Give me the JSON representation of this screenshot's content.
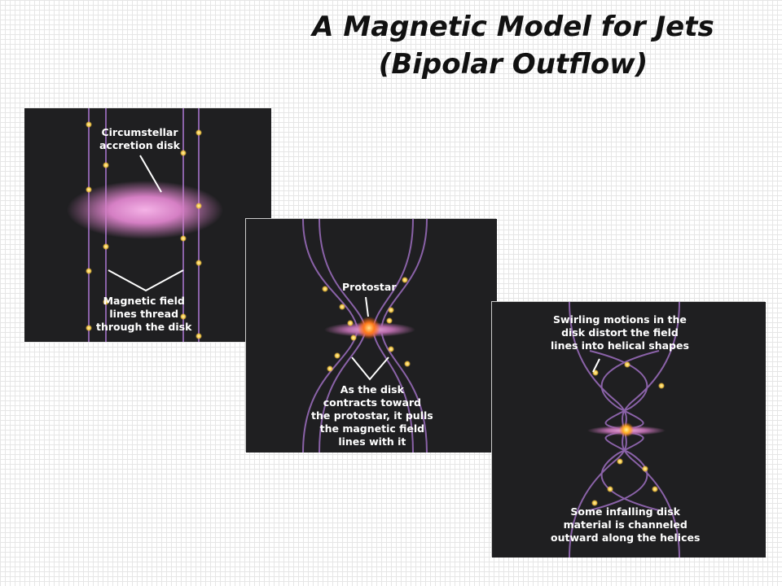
{
  "title": {
    "line1": "A Magnetic Model for Jets",
    "line2": "(Bipolar Outflow)"
  },
  "panels": [
    {
      "labels": [
        {
          "lines": [
            "Circumstellar",
            "accretion disk"
          ]
        },
        {
          "lines": [
            "Magnetic field",
            "lines thread",
            "through the disk"
          ]
        }
      ]
    },
    {
      "labels": [
        {
          "lines": [
            "Protostar"
          ]
        },
        {
          "lines": [
            "As the disk",
            "contracts toward",
            "the protostar, it pulls",
            "the magnetic field",
            "lines with it"
          ]
        }
      ]
    },
    {
      "labels": [
        {
          "lines": [
            "Swirling motions in the",
            "disk distort the field",
            "lines into helical shapes"
          ]
        },
        {
          "lines": [
            "Some infalling disk",
            "material is channeled",
            "outward along the helices"
          ]
        }
      ]
    }
  ],
  "colors": {
    "panel_bg": "#1f1f21",
    "field_line": "#8a62a8",
    "disk": "#e08ad0",
    "protostar": "#ff7a1a",
    "particle": "#f5c542"
  }
}
